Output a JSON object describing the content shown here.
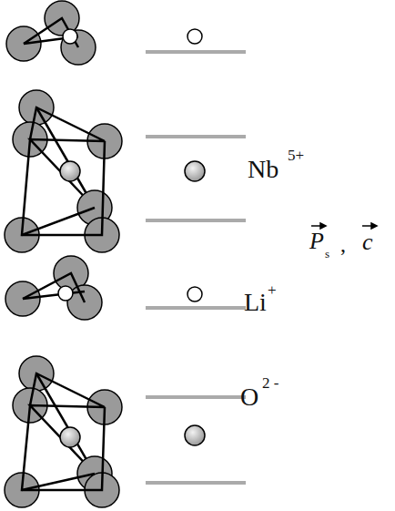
{
  "diagram": {
    "labels": [
      "Nb",
      "5+",
      "Li",
      "+",
      "O",
      "2 -",
      "P",
      "s",
      ",",
      "c"
    ]
  }
}
